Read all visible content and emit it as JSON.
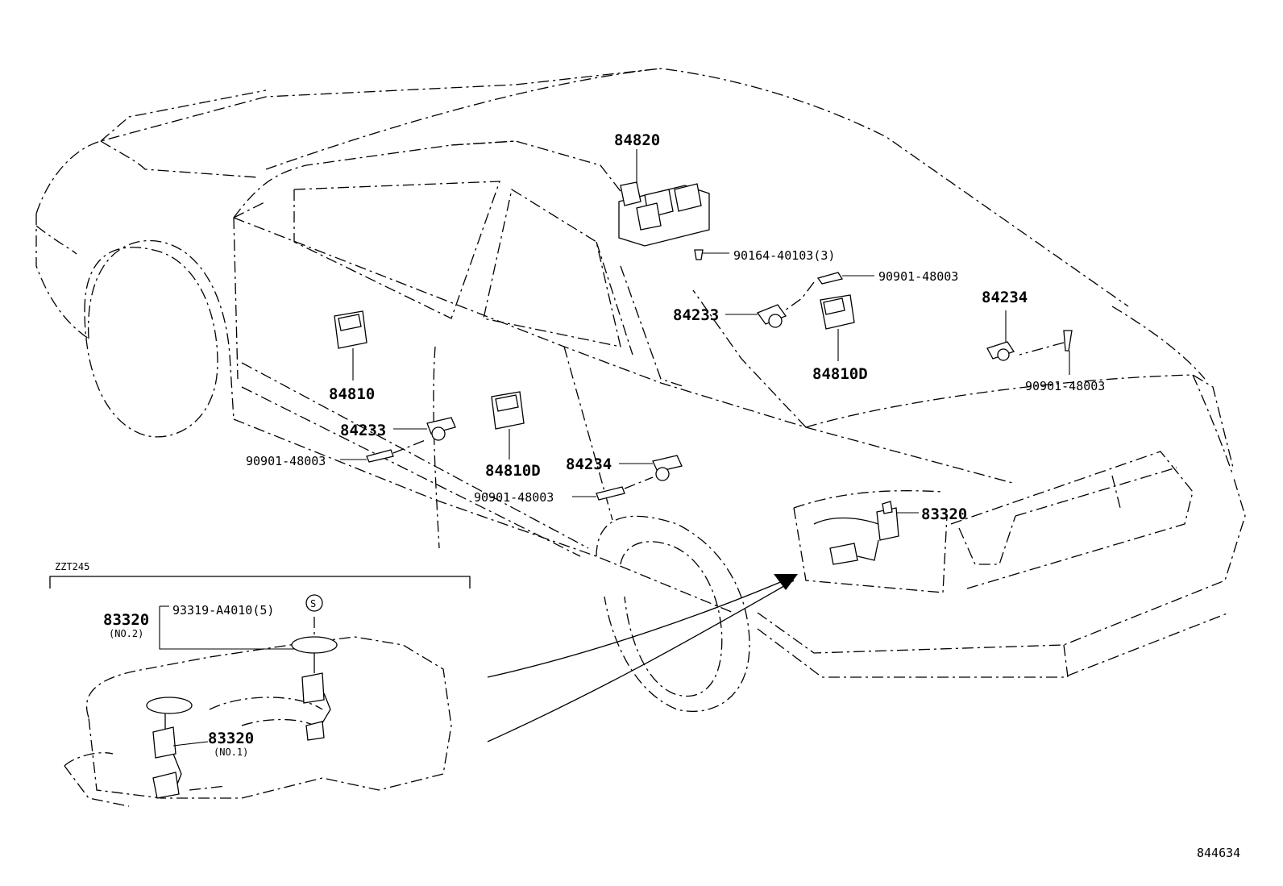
{
  "diagram_id": "844634",
  "inset": {
    "model": "ZZT245"
  },
  "labels": {
    "switch_84820": "84820",
    "screw_90164": "90164-40103(3)",
    "screw_90901_a": "90901-48003",
    "sensor_84233_a": "84233",
    "switch_84810d_a": "84810D",
    "sensor_84234_a": "84234",
    "screw_90901_b": "90901-48003",
    "switch_84810": "84810",
    "sensor_84233_b": "84233",
    "screw_90901_c": "90901-48003",
    "switch_84810d_b": "84810D",
    "sensor_84234_b": "84234",
    "screw_90901_d": "90901-48003",
    "gauge_83320": "83320",
    "gauge_83320_no2": "83320",
    "gauge_83320_no2_note": "(NO.2)",
    "screw_93319": "93319-A4010(5)",
    "screw_93319_mark": "S",
    "gauge_83320_no1": "83320",
    "gauge_83320_no1_note": "(NO.1)"
  }
}
